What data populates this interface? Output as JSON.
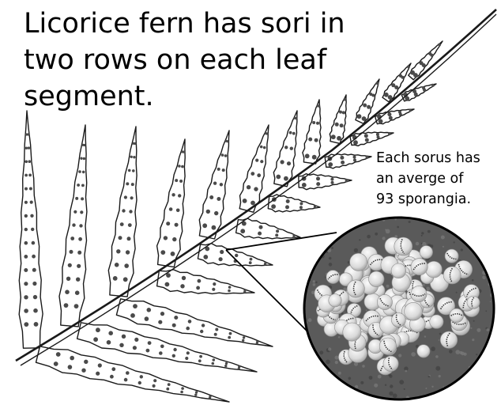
{
  "title": {
    "lines": [
      "Licorice fern has sori in",
      "two rows on each leaf",
      "segment."
    ]
  },
  "callout": {
    "lines": [
      "Each sorus has",
      "an averge of",
      "93 sporangia."
    ]
  },
  "colors": {
    "text": "#000000",
    "outline": "#1a1a1a",
    "sorus_dot": "#4a4a4a",
    "photo_bg": "#5a5a5a",
    "sporangium": "#e4e4e4"
  },
  "illustration": {
    "frond": "line-drawing",
    "photo": "sorus-closeup"
  }
}
